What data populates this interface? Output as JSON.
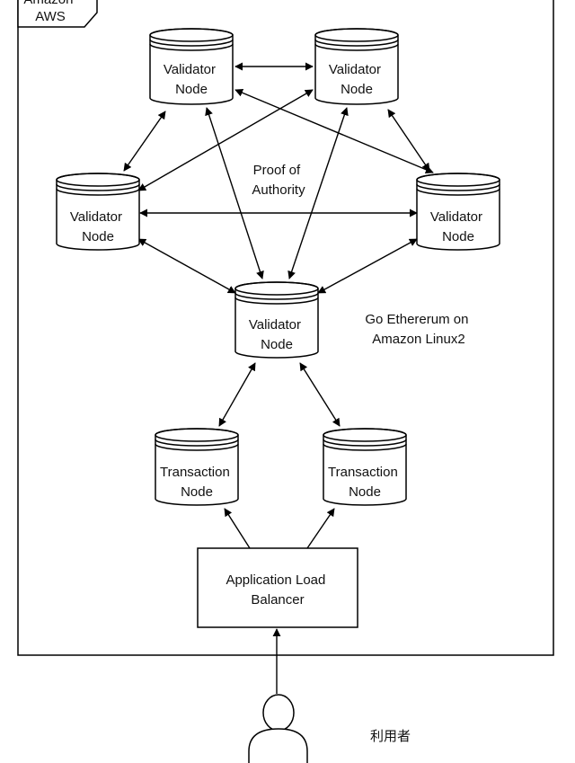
{
  "container": {
    "label": [
      "Amazon",
      "AWS"
    ]
  },
  "consensus_label": [
    "Proof of",
    "Authority"
  ],
  "runtime_label": [
    "Go Ethererum on",
    "Amazon Linux2"
  ],
  "nodes": {
    "validator_top_left": [
      "Validator",
      "Node"
    ],
    "validator_top_right": [
      "Validator",
      "Node"
    ],
    "validator_mid_left": [
      "Validator",
      "Node"
    ],
    "validator_mid_right": [
      "Validator",
      "Node"
    ],
    "validator_center": [
      "Validator",
      "Node"
    ],
    "transaction_left": [
      "Transaction",
      "Node"
    ],
    "transaction_right": [
      "Transaction",
      "Node"
    ]
  },
  "load_balancer": [
    "Application Load",
    "Balancer"
  ],
  "user": {
    "label": "利用者",
    "icon": "person-icon"
  }
}
